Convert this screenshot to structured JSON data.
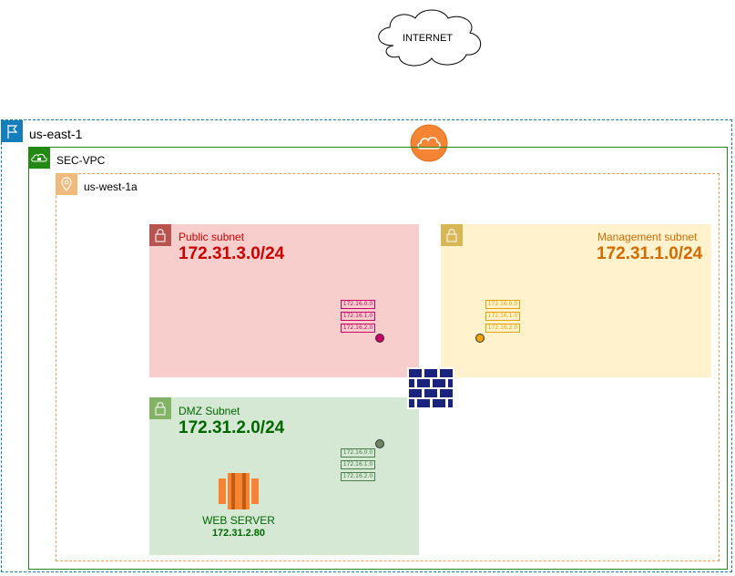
{
  "internet": {
    "label": "INTERNET"
  },
  "region": {
    "label": "us-east-1",
    "icon": "flag-icon",
    "color": "#147EBA"
  },
  "vpc": {
    "label": "SEC-VPC",
    "icon": "cloud-lock-icon",
    "color": "#248814"
  },
  "az": {
    "label": "us-west-1a",
    "icon": "location-pin-icon",
    "color": "#F59D56"
  },
  "cloud_icon": {
    "icon": "cloud-icon",
    "color": "#F58534"
  },
  "subnets": {
    "public": {
      "name": "Public subnet",
      "cidr": "172.31.3.0/24",
      "color": "#CC0000",
      "icon": "lock-icon",
      "routes": [
        "172.16.0.0",
        "172.16.1.0",
        "172.16.2.0"
      ]
    },
    "management": {
      "name": "Management subnet",
      "cidr": "172.31.1.0/24",
      "color": "#D46A00",
      "icon": "lock-icon",
      "routes": [
        "172.16.0.0",
        "172.16.1.0",
        "172.16.2.0"
      ]
    },
    "dmz": {
      "name": "DMZ Subnet",
      "cidr": "172.31.2.0/24",
      "color": "#006600",
      "icon": "lock-icon",
      "routes": [
        "172.16.0.0",
        "172.16.1.0",
        "172.16.2.0"
      ]
    }
  },
  "firewall": {
    "icon": "firewall-icon",
    "color": "#1A237E"
  },
  "web_server": {
    "name": "WEB SERVER",
    "ip": "172.31.2.80",
    "icon": "ec2-instance-icon",
    "color": "#F58534"
  }
}
